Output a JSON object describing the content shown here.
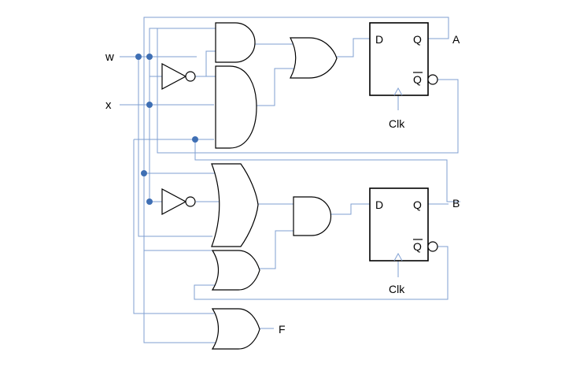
{
  "colors": {
    "wire": "#7f9fd2",
    "junction": "#3f6fb4",
    "gate_stroke": "#000000"
  },
  "inputs": {
    "w": "w",
    "x": "x"
  },
  "outputs": {
    "A": "A",
    "B": "B",
    "F": "F"
  },
  "flipflop_top": {
    "d_label": "D",
    "q_label": "Q",
    "qbar_label": "Q",
    "clk_label": "Clk"
  },
  "flipflop_bottom": {
    "d_label": "D",
    "q_label": "Q",
    "qbar_label": "Q",
    "clk_label": "Clk"
  }
}
